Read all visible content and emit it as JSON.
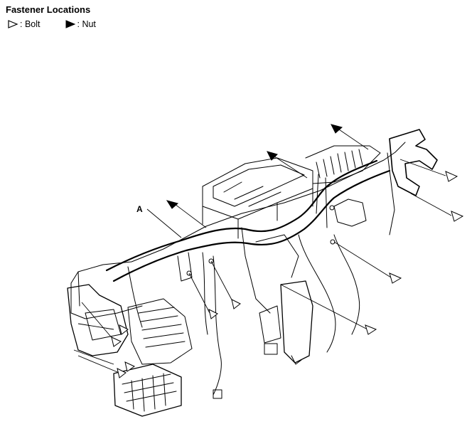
{
  "title": "Fastener Locations",
  "legend": [
    {
      "symbol": "bolt",
      "label": ": Bolt"
    },
    {
      "symbol": "nut",
      "label": ": Nut"
    }
  ],
  "callout": "A",
  "fasteners": [
    {
      "type": "nut"
    },
    {
      "type": "nut"
    },
    {
      "type": "nut"
    },
    {
      "type": "bolt"
    },
    {
      "type": "bolt"
    },
    {
      "type": "bolt"
    },
    {
      "type": "bolt"
    },
    {
      "type": "bolt"
    },
    {
      "type": "bolt"
    },
    {
      "type": "bolt"
    },
    {
      "type": "bolt"
    },
    {
      "type": "bolt"
    },
    {
      "type": "bolt"
    }
  ]
}
